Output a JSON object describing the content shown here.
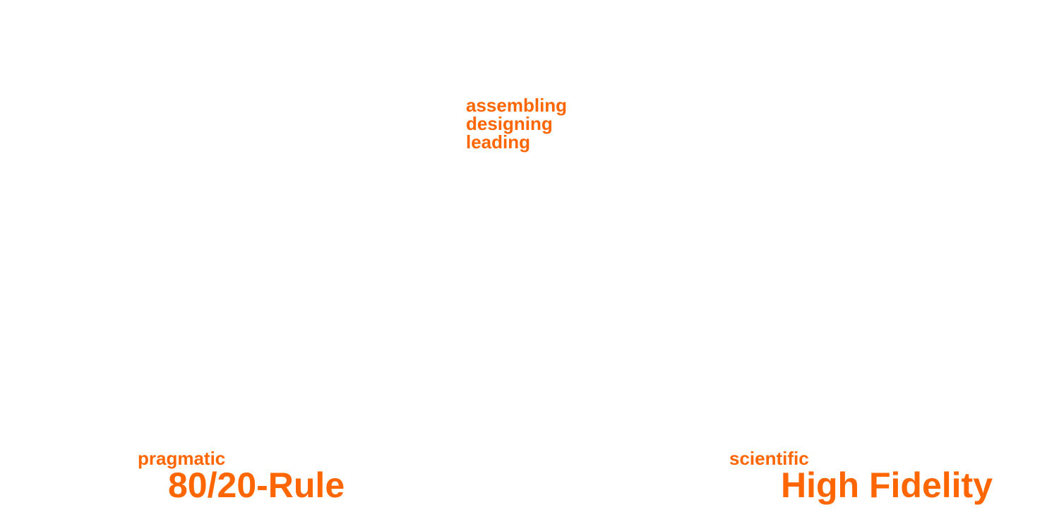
{
  "accent_color": "#ff6600",
  "center": {
    "items": [
      "assembling",
      "designing",
      "leading"
    ]
  },
  "left": {
    "caption": "pragmatic",
    "headline": "80/20-Rule"
  },
  "right": {
    "caption": "scientific",
    "headline": "High Fidelity"
  }
}
